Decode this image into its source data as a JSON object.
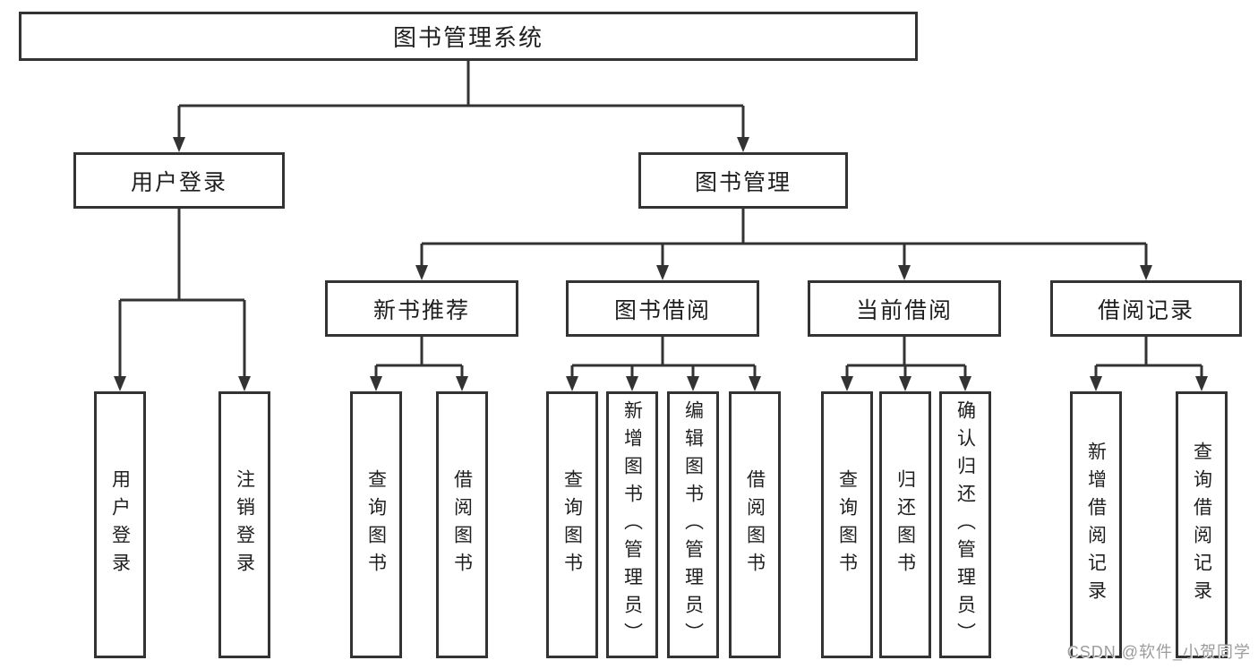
{
  "colors": {
    "line": "#333333",
    "box_border": "#333333",
    "text": "#1f1f1f",
    "background": "#ffffff",
    "watermark": "#9c9c9c"
  },
  "nodes": {
    "root": "图书管理系统",
    "user_login": "用户登录",
    "book_management": "图书管理",
    "new_book_recommend": "新书推荐",
    "book_borrow": "图书借阅",
    "current_borrow": "当前借阅",
    "borrow_records": "借阅记录",
    "leaf_user_login": "用户登录",
    "leaf_logout": "注销登录",
    "leaf_query_book_a": "查询图书",
    "leaf_borrow_book_a": "借阅图书",
    "leaf_query_book_b": "查询图书",
    "leaf_add_book_admin": "新增图书（管理员）",
    "leaf_edit_book_admin": "编辑图书（管理员）",
    "leaf_borrow_book_b": "借阅图书",
    "leaf_query_book_c": "查询图书",
    "leaf_return_book": "归还图书",
    "leaf_confirm_return_admin": "确认归还（管理员）",
    "leaf_add_borrow_record": "新增借阅记录",
    "leaf_query_borrow_record": "查询借阅记录"
  },
  "watermark": "CSDN @软件_小贺同学"
}
